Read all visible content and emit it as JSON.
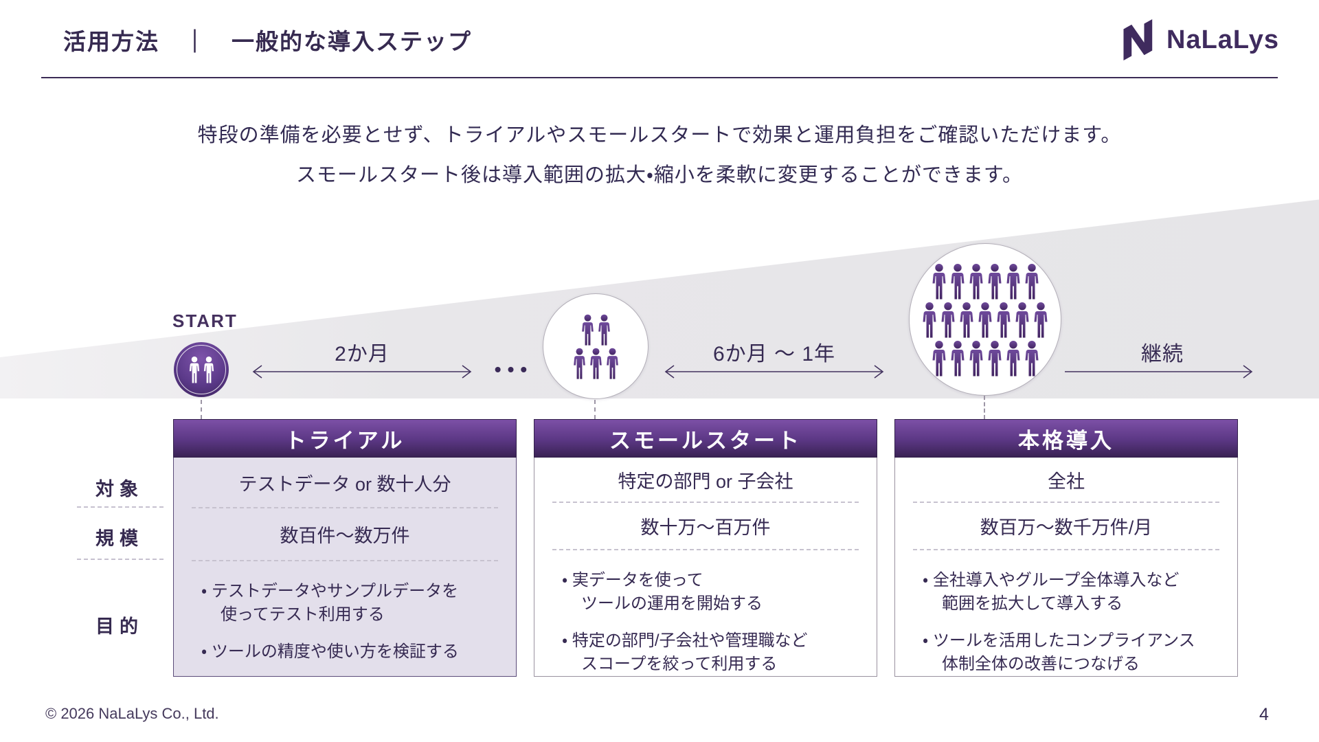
{
  "header": {
    "title": "活用方法　｜　一般的な導入ステップ",
    "logo_text": "NaLaLys"
  },
  "lead": {
    "line1": "特段の準備を必要とせず、トライアルやスモールスタートで効果と運用負担をご確認いただけます。",
    "line2": "スモールスタート後は導入範囲の拡大・縮小を柔軟に変更することができます。"
  },
  "timeline": {
    "start_label": "START",
    "ellipsis": "•••",
    "segments": [
      {
        "duration": "2か月"
      },
      {
        "duration": "6か月 ～ 1年"
      },
      {
        "duration": "継続"
      }
    ],
    "milestones": [
      {
        "name": "trial-group",
        "person_rows": [
          2
        ]
      },
      {
        "name": "small-start-group",
        "person_rows": [
          2,
          3
        ]
      },
      {
        "name": "full-rollout-group",
        "person_rows": [
          6,
          7,
          6
        ]
      }
    ]
  },
  "table": {
    "row_labels": [
      "対象",
      "規模",
      "目的"
    ],
    "columns": [
      {
        "title": "トライアル",
        "target": "テストデータ or 数十人分",
        "scale": "数百件～数万件",
        "purposes": [
          "テストデータやサンプルデータを\n使ってテスト利用する",
          "ツールの精度や使い方を検証する"
        ]
      },
      {
        "title": "スモールスタート",
        "target": "特定の部門 or 子会社",
        "scale": "数十万～百万件",
        "purposes": [
          "実データを使って\nツールの運用を開始する",
          "特定の部門/子会社や管理職など\nスコープを絞って利用する"
        ]
      },
      {
        "title": "本格導入",
        "target": "全社",
        "scale": "数百万～数千万件/月",
        "purposes": [
          "全社導入やグループ全体導入など\n範囲を拡大して導入する",
          "ツールを活用したコンプライアンス\n体制全体の改善につなげる"
        ]
      }
    ]
  },
  "footer": {
    "copyright": "© 2026 NaLaLys Co., Ltd.",
    "page_number": "4"
  },
  "colors": {
    "text_dark_purple": "#362a50",
    "header_gradient_top": "#7c50a6",
    "header_gradient_bottom": "#3a2254",
    "trial_body_bg": "#e3dfeb",
    "wedge_gray": "#e6e5e8",
    "person_purple": "#5a3589",
    "white": "#ffffff"
  }
}
